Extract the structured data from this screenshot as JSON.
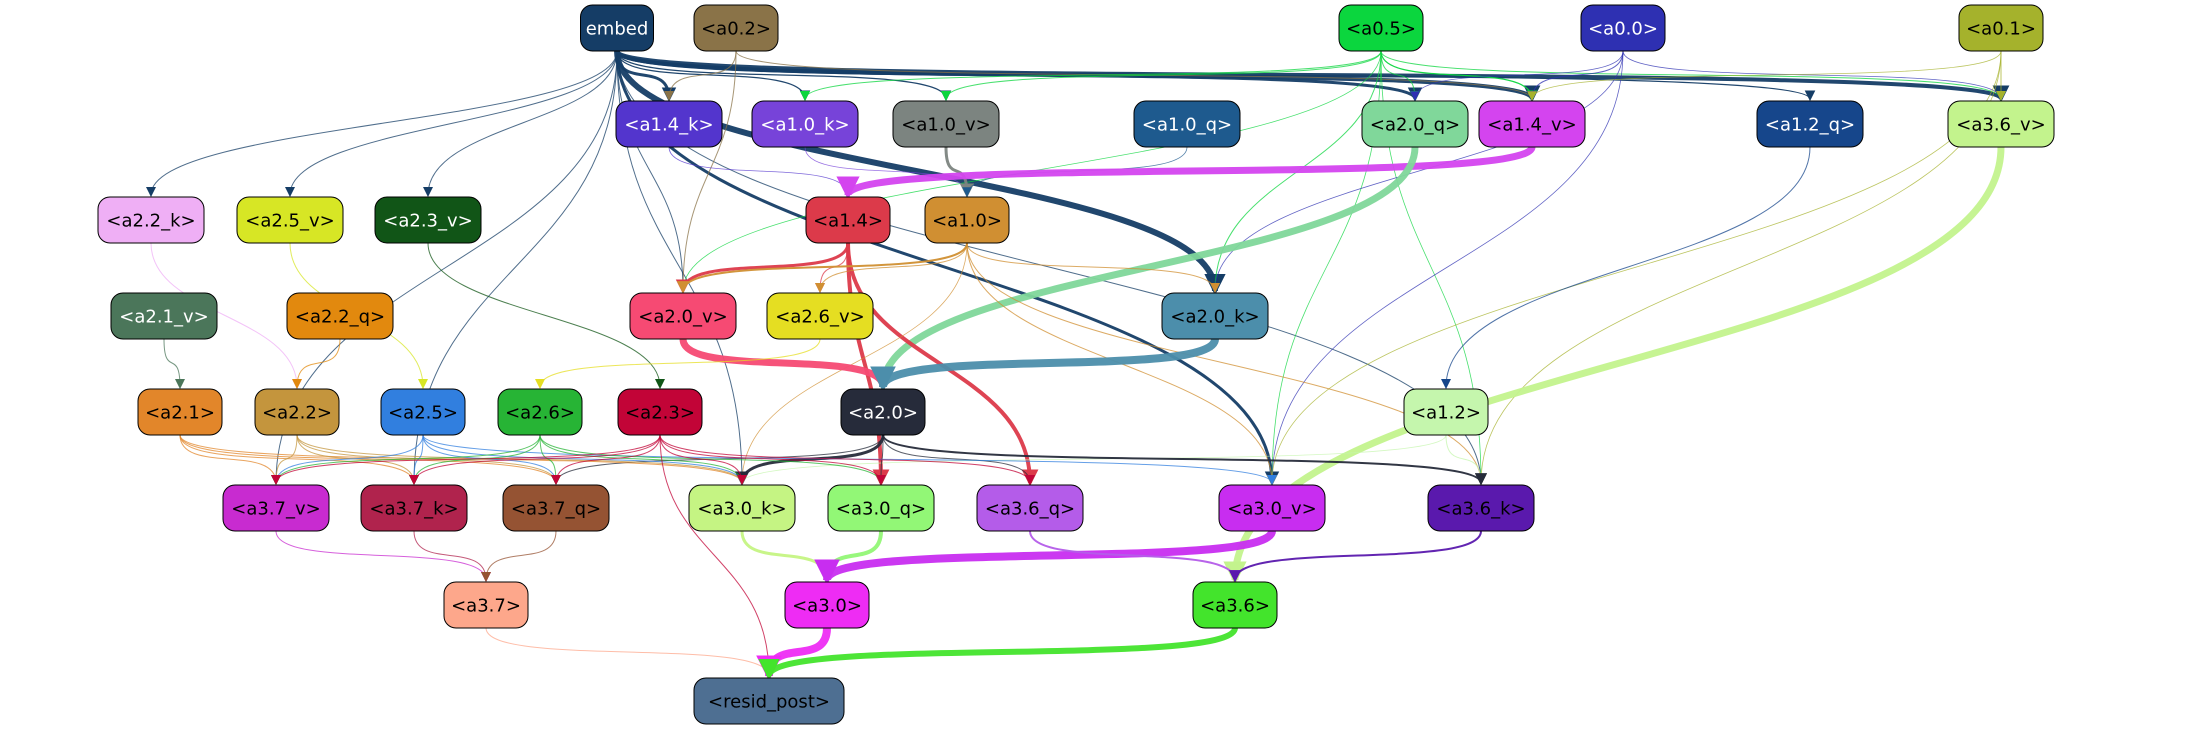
{
  "graph": {
    "nodes": [
      {
        "id": "embed",
        "label": "embed",
        "fill": "#153d66",
        "text": "#ffffff"
      },
      {
        "id": "a0_2",
        "label": "<a0.2>",
        "fill": "#8a7348",
        "text": "#000000"
      },
      {
        "id": "a0_5",
        "label": "<a0.5>",
        "fill": "#0bd63e",
        "text": "#000000"
      },
      {
        "id": "a0_0",
        "label": "<a0.0>",
        "fill": "#2e30b2",
        "text": "#ffffff"
      },
      {
        "id": "a0_1",
        "label": "<a0.1>",
        "fill": "#a5b22c",
        "text": "#000000"
      },
      {
        "id": "a1_4_k",
        "label": "<a1.4_k>",
        "fill": "#5335cd",
        "text": "#ffffff"
      },
      {
        "id": "a1_0_k",
        "label": "<a1.0_k>",
        "fill": "#7743d9",
        "text": "#ffffff"
      },
      {
        "id": "a1_0_v",
        "label": "<a1.0_v>",
        "fill": "#7c8480",
        "text": "#000000"
      },
      {
        "id": "a1_0_q",
        "label": "<a1.0_q>",
        "fill": "#1e5a8e",
        "text": "#ffffff"
      },
      {
        "id": "a2_0_q",
        "label": "<a2.0_q>",
        "fill": "#80d79a",
        "text": "#000000"
      },
      {
        "id": "a1_4_v",
        "label": "<a1.4_v>",
        "fill": "#d444ef",
        "text": "#000000"
      },
      {
        "id": "a1_2_q",
        "label": "<a1.2_q>",
        "fill": "#16468b",
        "text": "#ffffff"
      },
      {
        "id": "a3_6_v",
        "label": "<a3.6_v>",
        "fill": "#c3f38d",
        "text": "#000000"
      },
      {
        "id": "a2_2_k",
        "label": "<a2.2_k>",
        "fill": "#efaff5",
        "text": "#000000"
      },
      {
        "id": "a2_5_v",
        "label": "<a2.5_v>",
        "fill": "#d7e625",
        "text": "#000000"
      },
      {
        "id": "a2_3_v",
        "label": "<a2.3_v>",
        "fill": "#115517",
        "text": "#ffffff"
      },
      {
        "id": "a1_4",
        "label": "<a1.4>",
        "fill": "#dc3a4a",
        "text": "#000000"
      },
      {
        "id": "a1_0",
        "label": "<a1.0>",
        "fill": "#d08f32",
        "text": "#000000"
      },
      {
        "id": "a2_1_v",
        "label": "<a2.1_v>",
        "fill": "#4b765a",
        "text": "#ffffff"
      },
      {
        "id": "a2_2_q",
        "label": "<a2.2_q>",
        "fill": "#e2890e",
        "text": "#000000"
      },
      {
        "id": "a2_0_v",
        "label": "<a2.0_v>",
        "fill": "#f64a73",
        "text": "#000000"
      },
      {
        "id": "a2_6_v",
        "label": "<a2.6_v>",
        "fill": "#e5de22",
        "text": "#000000"
      },
      {
        "id": "a2_0_k",
        "label": "<a2.0_k>",
        "fill": "#4c8eab",
        "text": "#000000"
      },
      {
        "id": "a2_1",
        "label": "<a2.1>",
        "fill": "#e2862a",
        "text": "#000000"
      },
      {
        "id": "a2_2",
        "label": "<a2.2>",
        "fill": "#c4953d",
        "text": "#000000"
      },
      {
        "id": "a2_5",
        "label": "<a2.5>",
        "fill": "#317fdf",
        "text": "#000000"
      },
      {
        "id": "a2_6",
        "label": "<a2.6>",
        "fill": "#27b435",
        "text": "#000000"
      },
      {
        "id": "a2_3",
        "label": "<a2.3>",
        "fill": "#c20437",
        "text": "#000000"
      },
      {
        "id": "a2_0",
        "label": "<a2.0>",
        "fill": "#262b3a",
        "text": "#ffffff"
      },
      {
        "id": "a1_2",
        "label": "<a1.2>",
        "fill": "#c5f6ad",
        "text": "#000000"
      },
      {
        "id": "a3_7_v",
        "label": "<a3.7_v>",
        "fill": "#c82bd0",
        "text": "#000000"
      },
      {
        "id": "a3_7_k",
        "label": "<a3.7_k>",
        "fill": "#b0234d",
        "text": "#000000"
      },
      {
        "id": "a3_7_q",
        "label": "<a3.7_q>",
        "fill": "#955333",
        "text": "#000000"
      },
      {
        "id": "a3_0_k",
        "label": "<a3.0_k>",
        "fill": "#c5f483",
        "text": "#000000"
      },
      {
        "id": "a3_0_q",
        "label": "<a3.0_q>",
        "fill": "#92f776",
        "text": "#000000"
      },
      {
        "id": "a3_6_q",
        "label": "<a3.6_q>",
        "fill": "#b45ce9",
        "text": "#000000"
      },
      {
        "id": "a3_0_v",
        "label": "<a3.0_v>",
        "fill": "#c82df0",
        "text": "#000000"
      },
      {
        "id": "a3_6_k",
        "label": "<a3.6_k>",
        "fill": "#5a19ad",
        "text": "#000000"
      },
      {
        "id": "a3_7",
        "label": "<a3.7>",
        "fill": "#fda78b",
        "text": "#000000"
      },
      {
        "id": "a3_0",
        "label": "<a3.0>",
        "fill": "#ee2cf4",
        "text": "#000000"
      },
      {
        "id": "a3_6",
        "label": "<a3.6>",
        "fill": "#43e42c",
        "text": "#000000"
      },
      {
        "id": "resid_post",
        "label": "<resid_post>",
        "fill": "#4e6f92",
        "text": "#000000"
      }
    ],
    "edges": [
      {
        "from": "embed",
        "to": "a1_4_k",
        "color": "#153d66",
        "width": 3
      },
      {
        "from": "embed",
        "to": "a1_0_k",
        "color": "#153d66",
        "width": 1.2
      },
      {
        "from": "embed",
        "to": "a1_0_v",
        "color": "#153d66",
        "width": 1.2
      },
      {
        "from": "embed",
        "to": "a2_0_q",
        "color": "#153d66",
        "width": 3
      },
      {
        "from": "embed",
        "to": "a1_4_v",
        "color": "#153d66",
        "width": 4
      },
      {
        "from": "embed",
        "to": "a1_2_q",
        "color": "#153d66",
        "width": 1.2
      },
      {
        "from": "embed",
        "to": "a3_6_v",
        "color": "#153d66",
        "width": 4
      },
      {
        "from": "embed",
        "to": "a2_2_k",
        "color": "#153d66",
        "width": 1
      },
      {
        "from": "embed",
        "to": "a2_5_v",
        "color": "#153d66",
        "width": 1
      },
      {
        "from": "embed",
        "to": "a2_3_v",
        "color": "#153d66",
        "width": 1
      },
      {
        "from": "embed",
        "to": "a2_0_k",
        "color": "#153d66",
        "width": 6
      },
      {
        "from": "embed",
        "to": "a2_0_v",
        "color": "#153d66",
        "width": 1
      },
      {
        "from": "embed",
        "to": "a3_0_v",
        "color": "#153d66",
        "width": 3
      },
      {
        "from": "embed",
        "to": "a3_6_k",
        "color": "#153d66",
        "width": 1
      },
      {
        "from": "embed",
        "to": "a3_7_v",
        "color": "#153d66",
        "width": 1
      },
      {
        "from": "embed",
        "to": "a3_7_k",
        "color": "#153d66",
        "width": 1
      },
      {
        "from": "embed",
        "to": "a3_0_k",
        "color": "#153d66",
        "width": 1
      },
      {
        "from": "a0_2",
        "to": "a1_4_k",
        "color": "#8a7348",
        "width": 1
      },
      {
        "from": "a0_2",
        "to": "a1_4_v",
        "color": "#8a7348",
        "width": 1
      },
      {
        "from": "a0_2",
        "to": "a2_0_v",
        "color": "#8a7348",
        "width": 1
      },
      {
        "from": "a0_5",
        "to": "a1_0_v",
        "color": "#0bd63e",
        "width": 1
      },
      {
        "from": "a0_5",
        "to": "a1_0_k",
        "color": "#0bd63e",
        "width": 1
      },
      {
        "from": "a0_5",
        "to": "a2_0_q",
        "color": "#0bd63e",
        "width": 1
      },
      {
        "from": "a0_5",
        "to": "a1_4_v",
        "color": "#0bd63e",
        "width": 1.2
      },
      {
        "from": "a0_5",
        "to": "a3_6_v",
        "color": "#0bd63e",
        "width": 1
      },
      {
        "from": "a0_5",
        "to": "a2_0_k",
        "color": "#0bd63e",
        "width": 1
      },
      {
        "from": "a0_5",
        "to": "a2_0_v",
        "color": "#0bd63e",
        "width": 0.8
      },
      {
        "from": "a0_5",
        "to": "a3_0_v",
        "color": "#0bd63e",
        "width": 0.8
      },
      {
        "from": "a0_5",
        "to": "a3_6_k",
        "color": "#0bd63e",
        "width": 0.8
      },
      {
        "from": "a0_0",
        "to": "a1_4_v",
        "color": "#2e30b2",
        "width": 1
      },
      {
        "from": "a0_0",
        "to": "a3_6_v",
        "color": "#2e30b2",
        "width": 0.8
      },
      {
        "from": "a0_0",
        "to": "a2_0_k",
        "color": "#2e30b2",
        "width": 0.8
      },
      {
        "from": "a0_0",
        "to": "a3_0_v",
        "color": "#2e30b2",
        "width": 0.8
      },
      {
        "from": "a0_0",
        "to": "a2_0_q",
        "color": "#2e30b2",
        "width": 0.8
      },
      {
        "from": "a0_1",
        "to": "a3_6_v",
        "color": "#a5b22c",
        "width": 1
      },
      {
        "from": "a0_1",
        "to": "a1_4_v",
        "color": "#a5b22c",
        "width": 0.8
      },
      {
        "from": "a0_1",
        "to": "a3_6_k",
        "color": "#a5b22c",
        "width": 0.8
      },
      {
        "from": "a0_1",
        "to": "a3_0_v",
        "color": "#a5b22c",
        "width": 0.8
      },
      {
        "from": "a1_4_k",
        "to": "a1_4",
        "color": "#5335cd",
        "width": 0.8
      },
      {
        "from": "a1_0_k",
        "to": "a1_0",
        "color": "#7743d9",
        "width": 0.8
      },
      {
        "from": "a1_0_v",
        "to": "a1_0",
        "color": "#7c8480",
        "width": 3
      },
      {
        "from": "a1_0_q",
        "to": "a1_0",
        "color": "#1e5a8e",
        "width": 0.8
      },
      {
        "from": "a1_4_v",
        "to": "a1_4",
        "color": "#d444ef",
        "width": 7
      },
      {
        "from": "a2_0_q",
        "to": "a2_0",
        "color": "#80d79a",
        "width": 7
      },
      {
        "from": "a1_2_q",
        "to": "a1_2",
        "color": "#16468b",
        "width": 1
      },
      {
        "from": "a3_6_v",
        "to": "a3_6",
        "color": "#c3f38d",
        "width": 7
      },
      {
        "from": "a2_2_k",
        "to": "a2_2",
        "color": "#efaff5",
        "width": 1
      },
      {
        "from": "a2_5_v",
        "to": "a2_5",
        "color": "#d7e625",
        "width": 1
      },
      {
        "from": "a2_3_v",
        "to": "a2_3",
        "color": "#115517",
        "width": 1
      },
      {
        "from": "a2_1_v",
        "to": "a2_1",
        "color": "#4b765a",
        "width": 1
      },
      {
        "from": "a2_2_q",
        "to": "a2_2",
        "color": "#e2890e",
        "width": 1
      },
      {
        "from": "a1_4",
        "to": "a2_0_v",
        "color": "#dc3a4a",
        "width": 3
      },
      {
        "from": "a1_4",
        "to": "a2_6_v",
        "color": "#dc3a4a",
        "width": 1
      },
      {
        "from": "a1_4",
        "to": "a3_0_q",
        "color": "#dc3a4a",
        "width": 4
      },
      {
        "from": "a1_4",
        "to": "a3_6_q",
        "color": "#dc3a4a",
        "width": 4
      },
      {
        "from": "a1_0",
        "to": "a2_0_v",
        "color": "#d08f32",
        "width": 2
      },
      {
        "from": "a1_0",
        "to": "a2_6_v",
        "color": "#d08f32",
        "width": 1
      },
      {
        "from": "a1_0",
        "to": "a2_0_k",
        "color": "#d08f32",
        "width": 1
      },
      {
        "from": "a1_0",
        "to": "a3_0_v",
        "color": "#d08f32",
        "width": 1
      },
      {
        "from": "a1_0",
        "to": "a3_6_k",
        "color": "#d08f32",
        "width": 1
      },
      {
        "from": "a1_0",
        "to": "a3_0_k",
        "color": "#d08f32",
        "width": 0.8
      },
      {
        "from": "a2_0_v",
        "to": "a2_0",
        "color": "#f64a73",
        "width": 7
      },
      {
        "from": "a2_6_v",
        "to": "a2_6",
        "color": "#e5de22",
        "width": 1
      },
      {
        "from": "a2_0_k",
        "to": "a2_0",
        "color": "#4c8eab",
        "width": 8
      },
      {
        "from": "a1_2",
        "to": "a3_6_k",
        "color": "#c5f6ad",
        "width": 1
      },
      {
        "from": "a1_2",
        "to": "a3_0_k",
        "color": "#c5f6ad",
        "width": 0.8
      },
      {
        "from": "a2_0",
        "to": "a3_0_k",
        "color": "#262b3a",
        "width": 3
      },
      {
        "from": "a2_0",
        "to": "a3_0_q",
        "color": "#262b3a",
        "width": 1
      },
      {
        "from": "a2_0",
        "to": "a3_6_q",
        "color": "#262b3a",
        "width": 1
      },
      {
        "from": "a2_0",
        "to": "a3_6_k",
        "color": "#262b3a",
        "width": 2
      },
      {
        "from": "a2_0",
        "to": "a3_7_q",
        "color": "#262b3a",
        "width": 1
      },
      {
        "from": "a2_1",
        "to": "a3_7_v",
        "color": "#e2862a",
        "width": 1
      },
      {
        "from": "a2_1",
        "to": "a3_7_k",
        "color": "#e2862a",
        "width": 1
      },
      {
        "from": "a2_1",
        "to": "a3_7_q",
        "color": "#e2862a",
        "width": 1
      },
      {
        "from": "a2_1",
        "to": "a3_0_k",
        "color": "#e2862a",
        "width": 1
      },
      {
        "from": "a2_2",
        "to": "a3_7_v",
        "color": "#c4953d",
        "width": 1
      },
      {
        "from": "a2_2",
        "to": "a3_7_k",
        "color": "#c4953d",
        "width": 1
      },
      {
        "from": "a2_2",
        "to": "a3_7_q",
        "color": "#c4953d",
        "width": 1
      },
      {
        "from": "a2_2",
        "to": "a3_0_k",
        "color": "#c4953d",
        "width": 1
      },
      {
        "from": "a2_5",
        "to": "a3_7_v",
        "color": "#317fdf",
        "width": 1
      },
      {
        "from": "a2_5",
        "to": "a3_7_k",
        "color": "#317fdf",
        "width": 1
      },
      {
        "from": "a2_5",
        "to": "a3_7_q",
        "color": "#317fdf",
        "width": 1
      },
      {
        "from": "a2_5",
        "to": "a3_0_k",
        "color": "#317fdf",
        "width": 1
      },
      {
        "from": "a2_5",
        "to": "a3_0_v",
        "color": "#317fdf",
        "width": 1
      },
      {
        "from": "a2_6",
        "to": "a3_7_v",
        "color": "#27b435",
        "width": 1
      },
      {
        "from": "a2_6",
        "to": "a3_7_k",
        "color": "#27b435",
        "width": 1
      },
      {
        "from": "a2_6",
        "to": "a3_7_q",
        "color": "#27b435",
        "width": 1
      },
      {
        "from": "a2_6",
        "to": "a3_0_k",
        "color": "#27b435",
        "width": 1
      },
      {
        "from": "a2_6",
        "to": "a3_0_q",
        "color": "#27b435",
        "width": 1
      },
      {
        "from": "a2_3",
        "to": "a3_7_v",
        "color": "#c20437",
        "width": 1
      },
      {
        "from": "a2_3",
        "to": "a3_7_k",
        "color": "#c20437",
        "width": 1
      },
      {
        "from": "a2_3",
        "to": "a3_7_q",
        "color": "#c20437",
        "width": 1
      },
      {
        "from": "a2_3",
        "to": "a3_0_k",
        "color": "#c20437",
        "width": 1
      },
      {
        "from": "a2_3",
        "to": "a3_0_q",
        "color": "#c20437",
        "width": 1
      },
      {
        "from": "a2_3",
        "to": "a3_6_q",
        "color": "#c20437",
        "width": 1
      },
      {
        "from": "a2_3",
        "to": "resid_post",
        "color": "#c20437",
        "width": 1
      },
      {
        "from": "a3_7_v",
        "to": "a3_7",
        "color": "#c82bd0",
        "width": 1
      },
      {
        "from": "a3_7_k",
        "to": "a3_7",
        "color": "#b0234d",
        "width": 1
      },
      {
        "from": "a3_7_q",
        "to": "a3_7",
        "color": "#955333",
        "width": 1
      },
      {
        "from": "a3_0_k",
        "to": "a3_0",
        "color": "#c5f483",
        "width": 3
      },
      {
        "from": "a3_0_q",
        "to": "a3_0",
        "color": "#92f776",
        "width": 4
      },
      {
        "from": "a3_0_v",
        "to": "a3_0",
        "color": "#c82df0",
        "width": 8
      },
      {
        "from": "a3_6_q",
        "to": "a3_6",
        "color": "#b45ce9",
        "width": 2
      },
      {
        "from": "a3_6_k",
        "to": "a3_6",
        "color": "#5a19ad",
        "width": 2
      },
      {
        "from": "a3_7",
        "to": "resid_post",
        "color": "#fda78b",
        "width": 1
      },
      {
        "from": "a3_0",
        "to": "resid_post",
        "color": "#ee2cf4",
        "width": 8
      },
      {
        "from": "a3_6",
        "to": "resid_post",
        "color": "#43e42c",
        "width": 6
      }
    ]
  }
}
